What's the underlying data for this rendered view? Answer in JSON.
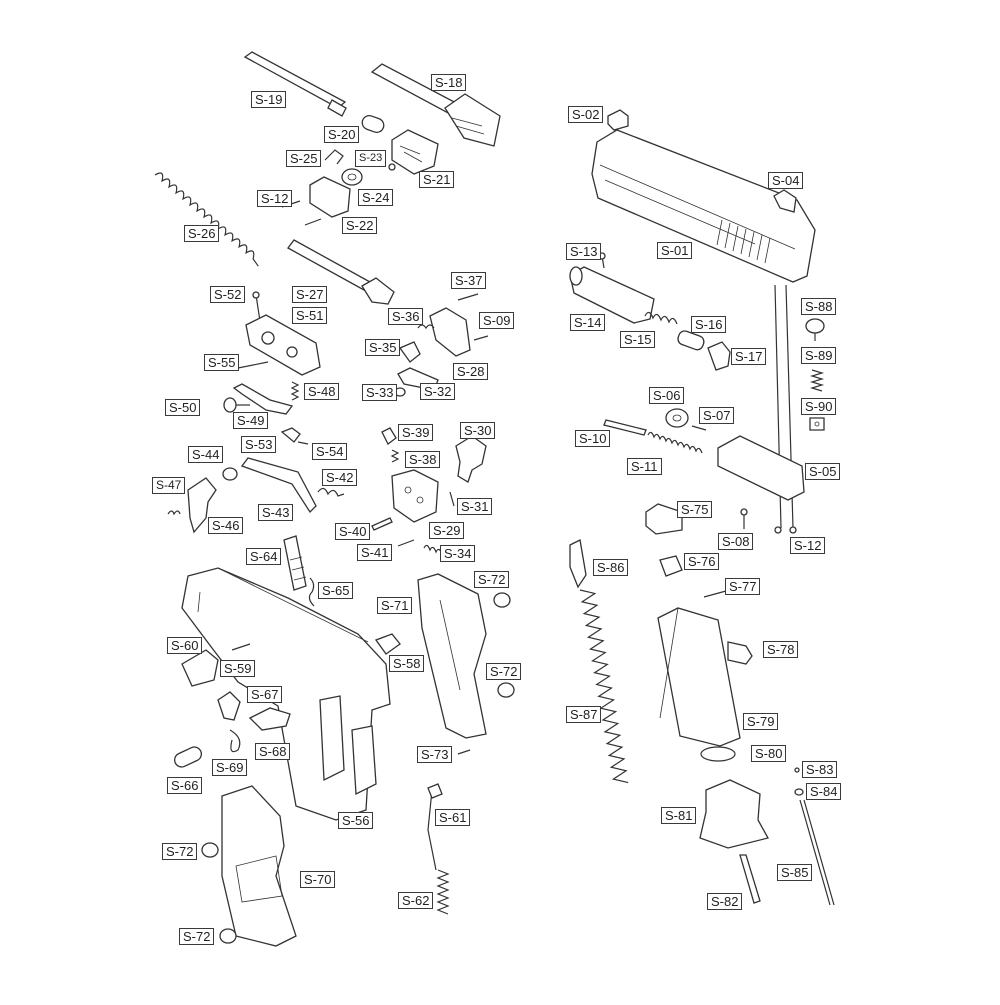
{
  "labels": {
    "s01": "S-01",
    "s02": "S-02",
    "s04": "S-04",
    "s05": "S-05",
    "s06": "S-06",
    "s07": "S-07",
    "s08": "S-08",
    "s09": "S-09",
    "s10": "S-10",
    "s11": "S-11",
    "s12a": "S-12",
    "s12b": "S-12",
    "s13": "S-13",
    "s14": "S-14",
    "s15": "S-15",
    "s16": "S-16",
    "s17": "S-17",
    "s18": "S-18",
    "s19": "S-19",
    "s20": "S-20",
    "s21": "S-21",
    "s22": "S-22",
    "s23": "S-23",
    "s24": "S-24",
    "s25": "S-25",
    "s26": "S-26",
    "s27": "S-27",
    "s28": "S-28",
    "s29": "S-29",
    "s30": "S-30",
    "s31": "S-31",
    "s32": "S-32",
    "s33": "S-33",
    "s34": "S-34",
    "s35": "S-35",
    "s36": "S-36",
    "s37": "S-37",
    "s38": "S-38",
    "s39": "S-39",
    "s40": "S-40",
    "s41": "S-41",
    "s42": "S-42",
    "s43": "S-43",
    "s44": "S-44",
    "s46": "S-46",
    "s47": "S-47",
    "s48": "S-48",
    "s49": "S-49",
    "s50": "S-50",
    "s51": "S-51",
    "s52": "S-52",
    "s53": "S-53",
    "s54": "S-54",
    "s55": "S-55",
    "s56": "S-56",
    "s58": "S-58",
    "s59": "S-59",
    "s60": "S-60",
    "s61": "S-61",
    "s62": "S-62",
    "s64": "S-64",
    "s65": "S-65",
    "s66": "S-66",
    "s67": "S-67",
    "s68": "S-68",
    "s69": "S-69",
    "s70": "S-70",
    "s71": "S-71",
    "s72a": "S-72",
    "s72b": "S-72",
    "s72c": "S-72",
    "s72d": "S-72",
    "s73": "S-73",
    "s75": "S-75",
    "s76": "S-76",
    "s77": "S-77",
    "s78": "S-78",
    "s79": "S-79",
    "s80": "S-80",
    "s81": "S-81",
    "s82": "S-82",
    "s83": "S-83",
    "s84": "S-84",
    "s85": "S-85",
    "s86": "S-86",
    "s87": "S-87",
    "s88": "S-88",
    "s89": "S-89",
    "s90": "S-90"
  },
  "colors": {
    "line": "#333333",
    "label_border": "#3a3a3a",
    "background": "#ffffff"
  }
}
